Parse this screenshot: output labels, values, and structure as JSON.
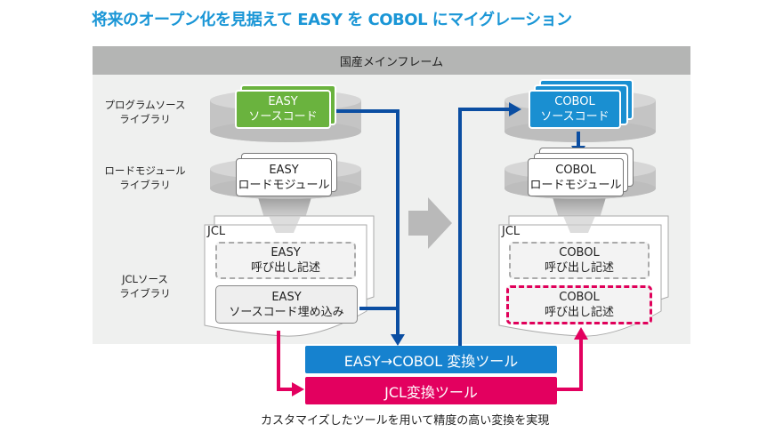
{
  "title": "将来のオープン化を見据えて EASY を COBOL にマイグレーション",
  "panel": {
    "header": "国産メインフレーム"
  },
  "row_labels": [
    {
      "line1": "プログラムソース",
      "line2": "ライブラリ"
    },
    {
      "line1": "ロードモジュール",
      "line2": "ライブラリ"
    },
    {
      "line1": "JCLソース",
      "line2": "ライブラリ"
    }
  ],
  "left": {
    "source": {
      "line1": "EASY",
      "line2": "ソースコード"
    },
    "load": {
      "line1": "EASY",
      "line2": "ロードモジュール"
    },
    "jcl": {
      "label": "JCL",
      "call": {
        "line1": "EASY",
        "line2": "呼び出し記述"
      },
      "embed": {
        "line1": "EASY",
        "line2": "ソースコード埋め込み"
      }
    }
  },
  "right": {
    "source": {
      "line1": "COBOL",
      "line2": "ソースコード"
    },
    "load": {
      "line1": "COBOL",
      "line2": "ロードモジュール"
    },
    "jcl": {
      "label": "JCL",
      "call": {
        "line1": "COBOL",
        "line2": "呼び出し記述"
      },
      "converted_call": {
        "line1": "COBOL",
        "line2": "呼び出し記述"
      }
    }
  },
  "tools": {
    "easy_to_cobol": "EASY→COBOL 変換ツール",
    "jcl": "JCL変換ツール"
  },
  "caption": "カスタマイズしたツールを用いて精度の高い変換を実現",
  "colors": {
    "title": "#1a96d6",
    "easy_green": "#6ab33e",
    "cobol_blue": "#1a8fd1",
    "flow_arrow": "#0b4ea2",
    "jcl_pink": "#e3005f",
    "panel_bg": "#eff0ef",
    "panel_header": "#b4b5b4"
  }
}
